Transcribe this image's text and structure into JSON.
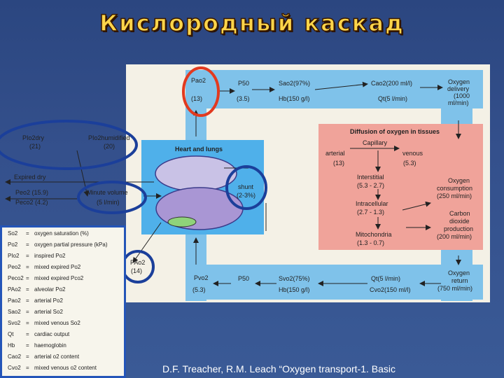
{
  "title": "Кислородный каскад",
  "citation": "D.F.  Treacher, R.M. Leach “Oxygen transport-1. Basic",
  "colors": {
    "accent_ring_red": "#e23a1f",
    "accent_ring_blue": "#1b3f9a",
    "band_blue": "#7fc2ea",
    "tissue_pink": "#f0a39a"
  },
  "top_path": {
    "pao2": "Pao2",
    "pao2_val": "(13)",
    "p50": "P50",
    "p50_val": "(3.5)",
    "sao2": "Sao2(97%)",
    "hb": "Hb(150 g/l)",
    "cao2": "Cao2(200 ml/l)",
    "qt": "Qt(5 l/min)",
    "delivery": [
      "Oxygen",
      "delivery",
      "(1000",
      "ml/min)"
    ]
  },
  "left_side": {
    "pio2_dry": "PIo2dry",
    "pio2_dry_val": "(21)",
    "pio2_hum": "PIo2humidified",
    "pio2_hum_val": "(20)",
    "expired": "Expired dry",
    "peo2": "Peo2 (15.9)",
    "peco2": "Peco2 (4.2)",
    "minute": "Minute volume",
    "minute_val": "(5 l/min)"
  },
  "lungs": {
    "title": "Heart and lungs",
    "shunt": "shunt",
    "shunt_val": "(2-3%)",
    "pao2_alv": "PAo2",
    "pao2_alv_val": "(14)"
  },
  "tissue": {
    "title": "Diffusion of oxygen in tissues",
    "capillary": "Capillary",
    "arterial": "arterial",
    "arterial_val": "(13)",
    "venous": "venous",
    "venous_val": "(5.3)",
    "interstitial": "Interstitial",
    "interstitial_val": "(5.3 - 2.7)",
    "intracellular": "Intracellular",
    "intracellular_val": "(2.7 - 1.3)",
    "mitochondria": "Mitochondria",
    "mitochondria_val": "(1.3 - 0.7)",
    "consumption": [
      "Oxygen",
      "consumption",
      "(250 ml/min)"
    ],
    "co2": [
      "Carbon",
      "dioxide",
      "production",
      "(200 ml/min)"
    ]
  },
  "bottom_path": {
    "pvo2": "Pvo2",
    "pvo2_val": "(5.3)",
    "p50": "P50",
    "svo2": "Svo2(75%)",
    "hb": "Hb(150 g/l)",
    "qt": "Qt(5 l/min)",
    "cvo2": "Cvo2(150 ml/l)",
    "return": [
      "Oxygen",
      "return",
      "(750 ml/min)"
    ]
  },
  "legend": [
    {
      "key": "So2",
      "desc": "oxygen saturation (%)"
    },
    {
      "key": "Po2",
      "desc": "oxygen partial pressure (kPa)"
    },
    {
      "key": "PIo2",
      "desc": "inspired Po2"
    },
    {
      "key": "Peo2",
      "desc": "mixed expired Po2"
    },
    {
      "key": "Peco2",
      "desc": "mixed expired Pco2"
    },
    {
      "key": "PAo2",
      "desc": "alveolar Po2"
    },
    {
      "key": "Pao2",
      "desc": "arterial Po2"
    },
    {
      "key": "Sao2",
      "desc": "arterial So2"
    },
    {
      "key": "Svo2",
      "desc": "mixed venous So2"
    },
    {
      "key": "Qt",
      "desc": "cardiac output"
    },
    {
      "key": "Hb",
      "desc": "haemoglobin"
    },
    {
      "key": "Cao2",
      "desc": "arterial o2 content"
    },
    {
      "key": "Cvo2",
      "desc": "mixed venous o2 content"
    }
  ]
}
